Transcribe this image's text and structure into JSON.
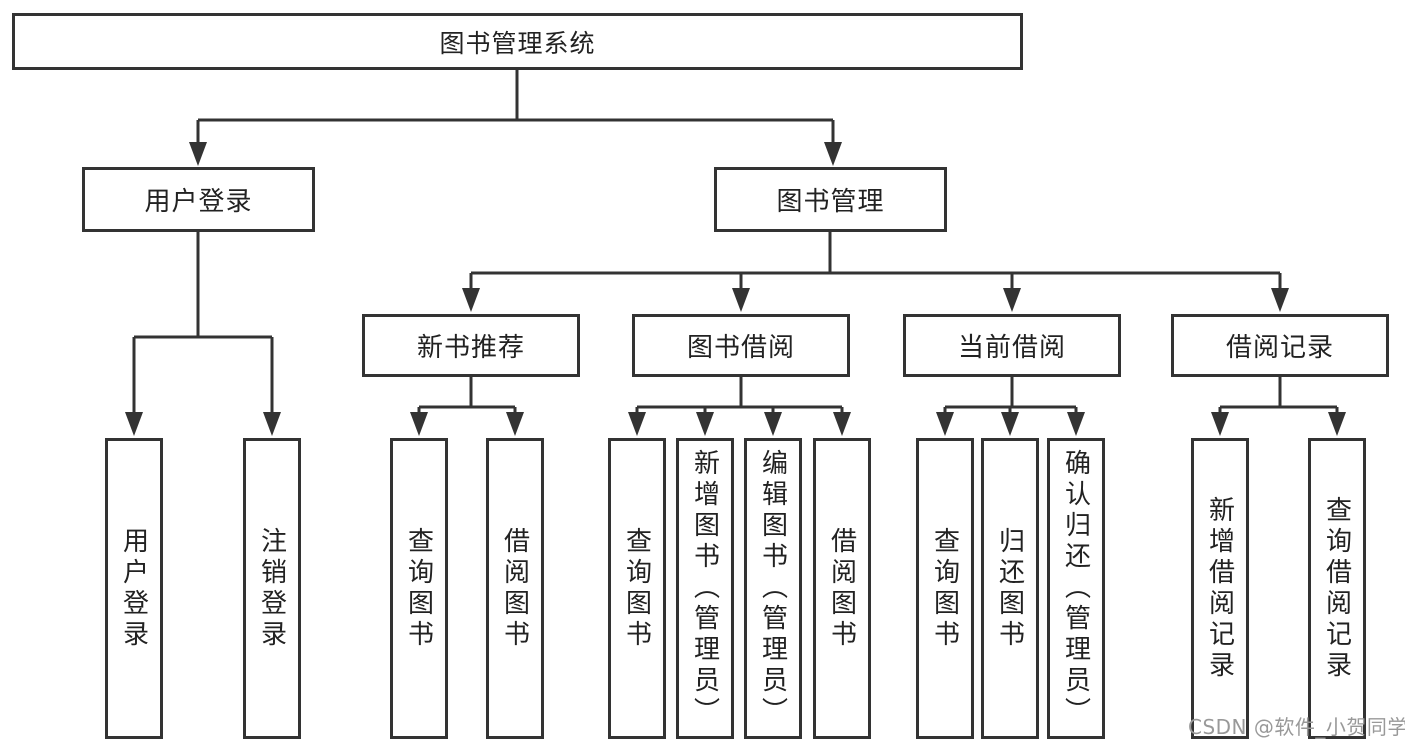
{
  "colors": {
    "line": "#333333",
    "text": "#222222",
    "background": "#ffffff",
    "watermark": "#999999"
  },
  "nodes": {
    "root": {
      "label": "图书管理系统"
    },
    "user_login": {
      "label": "用户登录"
    },
    "book_management": {
      "label": "图书管理"
    },
    "new_book_recommendation": {
      "label": "新书推荐"
    },
    "book_borrowing": {
      "label": "图书借阅"
    },
    "current_borrowing": {
      "label": "当前借阅"
    },
    "borrowing_records": {
      "label": "借阅记录"
    },
    "leaf_user_login": {
      "label": "用户登录"
    },
    "leaf_logout": {
      "label": "注销登录"
    },
    "leaf_recommend_query_books": {
      "label": "查询图书"
    },
    "leaf_recommend_borrow_books": {
      "label": "借阅图书"
    },
    "leaf_borrowing_query_books": {
      "label": "查询图书"
    },
    "leaf_borrowing_add_books": {
      "label": "新增图书（管理员）"
    },
    "leaf_borrowing_edit_books": {
      "label": "编辑图书（管理员）"
    },
    "leaf_borrowing_borrow_books": {
      "label": "借阅图书"
    },
    "leaf_current_query_books": {
      "label": "查询图书"
    },
    "leaf_current_return_books": {
      "label": "归还图书"
    },
    "leaf_current_confirm_return": {
      "label": "确认归还（管理员）"
    },
    "leaf_records_add_record": {
      "label": "新增借阅记录"
    },
    "leaf_records_query_record": {
      "label": "查询借阅记录"
    }
  },
  "watermark": {
    "text": "CSDN @软件_小贺同学"
  }
}
